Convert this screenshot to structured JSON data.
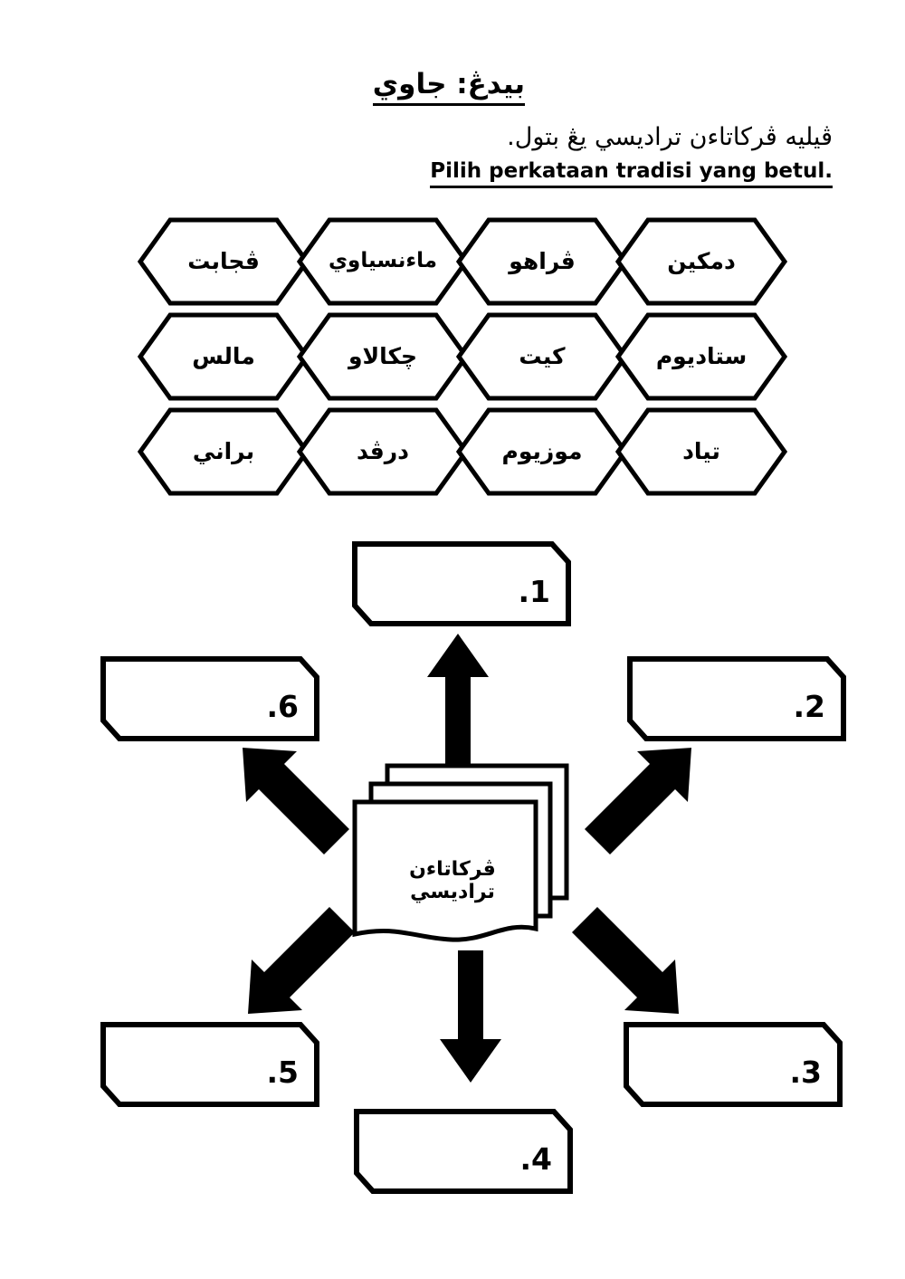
{
  "header": {
    "bidang_label": "بيدڠ: جاوي",
    "instruction_jawi": "ڤيليه ڤركاتاءن تراديسي يڠ بتول.",
    "instruction_latin": "Pilih perkataan tradisi yang betul."
  },
  "word_bank": {
    "rows": [
      {
        "words": [
          "ڤجابت",
          "ماءنسياوي",
          "ڤراهو",
          "دمكين"
        ]
      },
      {
        "words": [
          "مالس",
          "چكالاو",
          "كيت",
          "ستاديوم"
        ]
      },
      {
        "words": [
          "براني",
          "درڤد",
          "موزيوم",
          "تياد"
        ]
      }
    ]
  },
  "center": {
    "label": "ڤركاتاءن تراديسي"
  },
  "answers": [
    {
      "number": "1.",
      "value": ""
    },
    {
      "number": "2.",
      "value": ""
    },
    {
      "number": "3.",
      "value": ""
    },
    {
      "number": "4.",
      "value": ""
    },
    {
      "number": "5.",
      "value": ""
    },
    {
      "number": "6.",
      "value": ""
    }
  ],
  "colors": {
    "ink": "#000000",
    "paper": "#ffffff"
  }
}
